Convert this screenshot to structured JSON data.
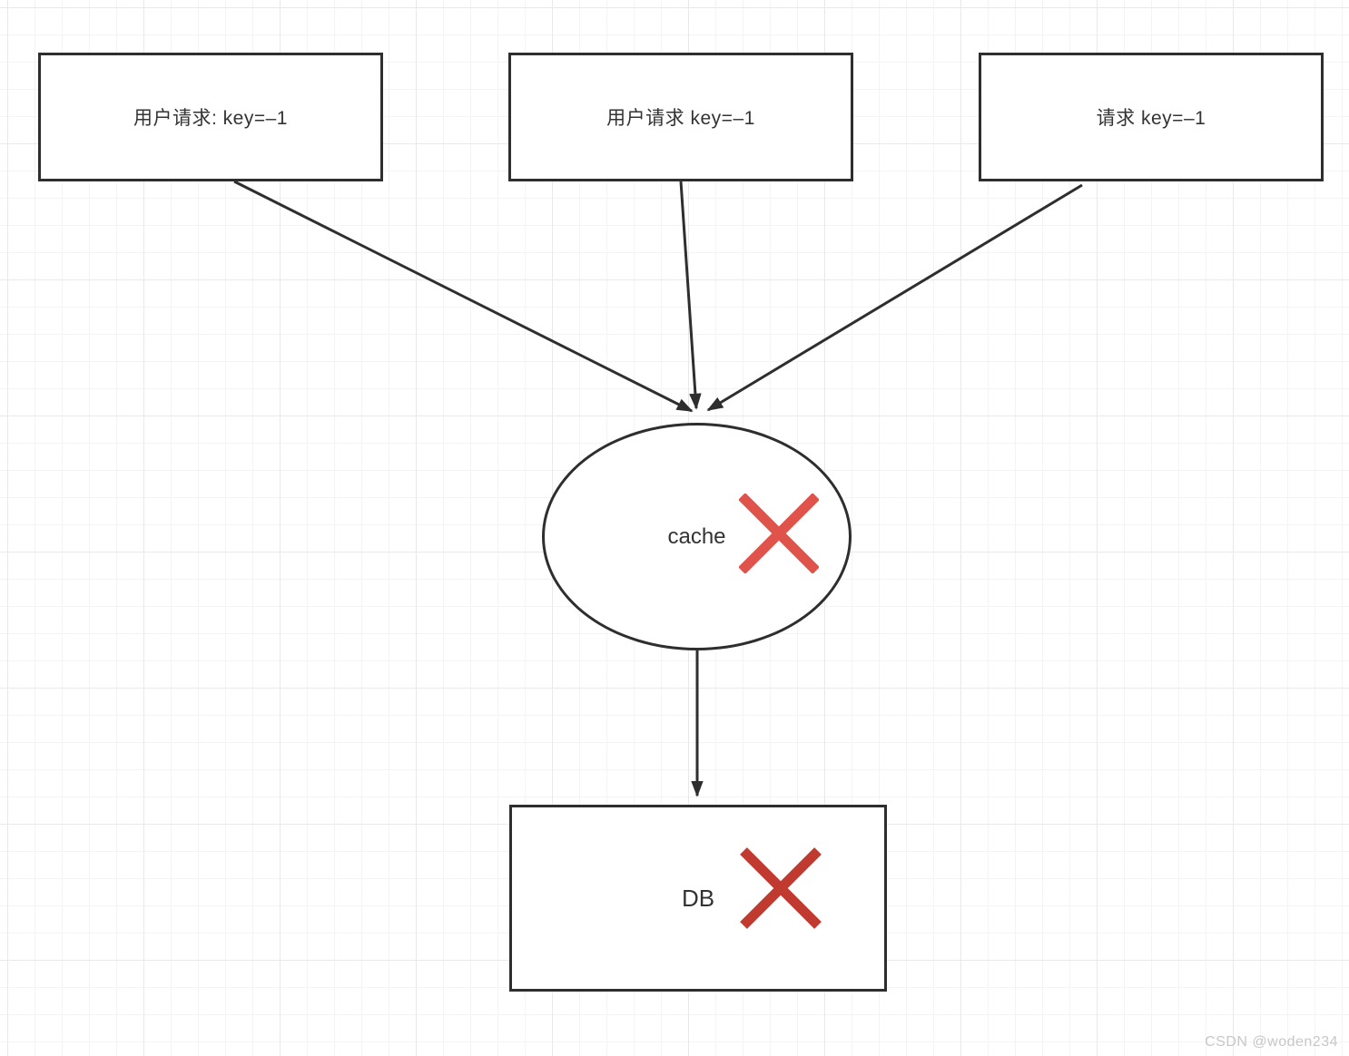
{
  "diagram": {
    "title": "cache-penetration-flow",
    "nodes": {
      "request1": {
        "label": "用户请求: key=–1"
      },
      "request2": {
        "label": "用户请求 key=–1"
      },
      "request3": {
        "label": "请求 key=–1"
      },
      "cache": {
        "label": "cache"
      },
      "db": {
        "label": "DB"
      }
    },
    "colors": {
      "edge_stroke": "#2e2e2e",
      "node_border": "#2e2e2e",
      "cache_x": "#e0534b",
      "db_x": "#c13a30",
      "grid_minor": "#f4f4f4",
      "grid_major": "#e9e9e9"
    }
  },
  "watermark": {
    "text": "CSDN @woden234"
  }
}
